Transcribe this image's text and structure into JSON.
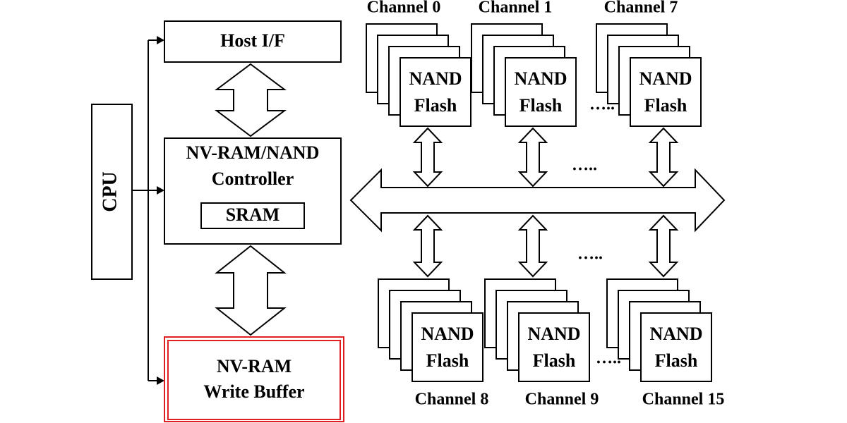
{
  "cpu": {
    "label": "CPU"
  },
  "host_if": {
    "label": "Host I/F"
  },
  "controller": {
    "line1": "NV-RAM/NAND",
    "line2": "Controller",
    "sram": "SRAM"
  },
  "write_buffer": {
    "line1": "NV-RAM",
    "line2": "Write Buffer",
    "color": "#e02020"
  },
  "nand": {
    "line1": "NAND",
    "line2": "Flash"
  },
  "top_channels": [
    "Channel 0",
    "Channel 1",
    "Channel 7"
  ],
  "bottom_channels": [
    "Channel 8",
    "Channel 9",
    "Channel 15"
  ],
  "ellipsis": "….."
}
